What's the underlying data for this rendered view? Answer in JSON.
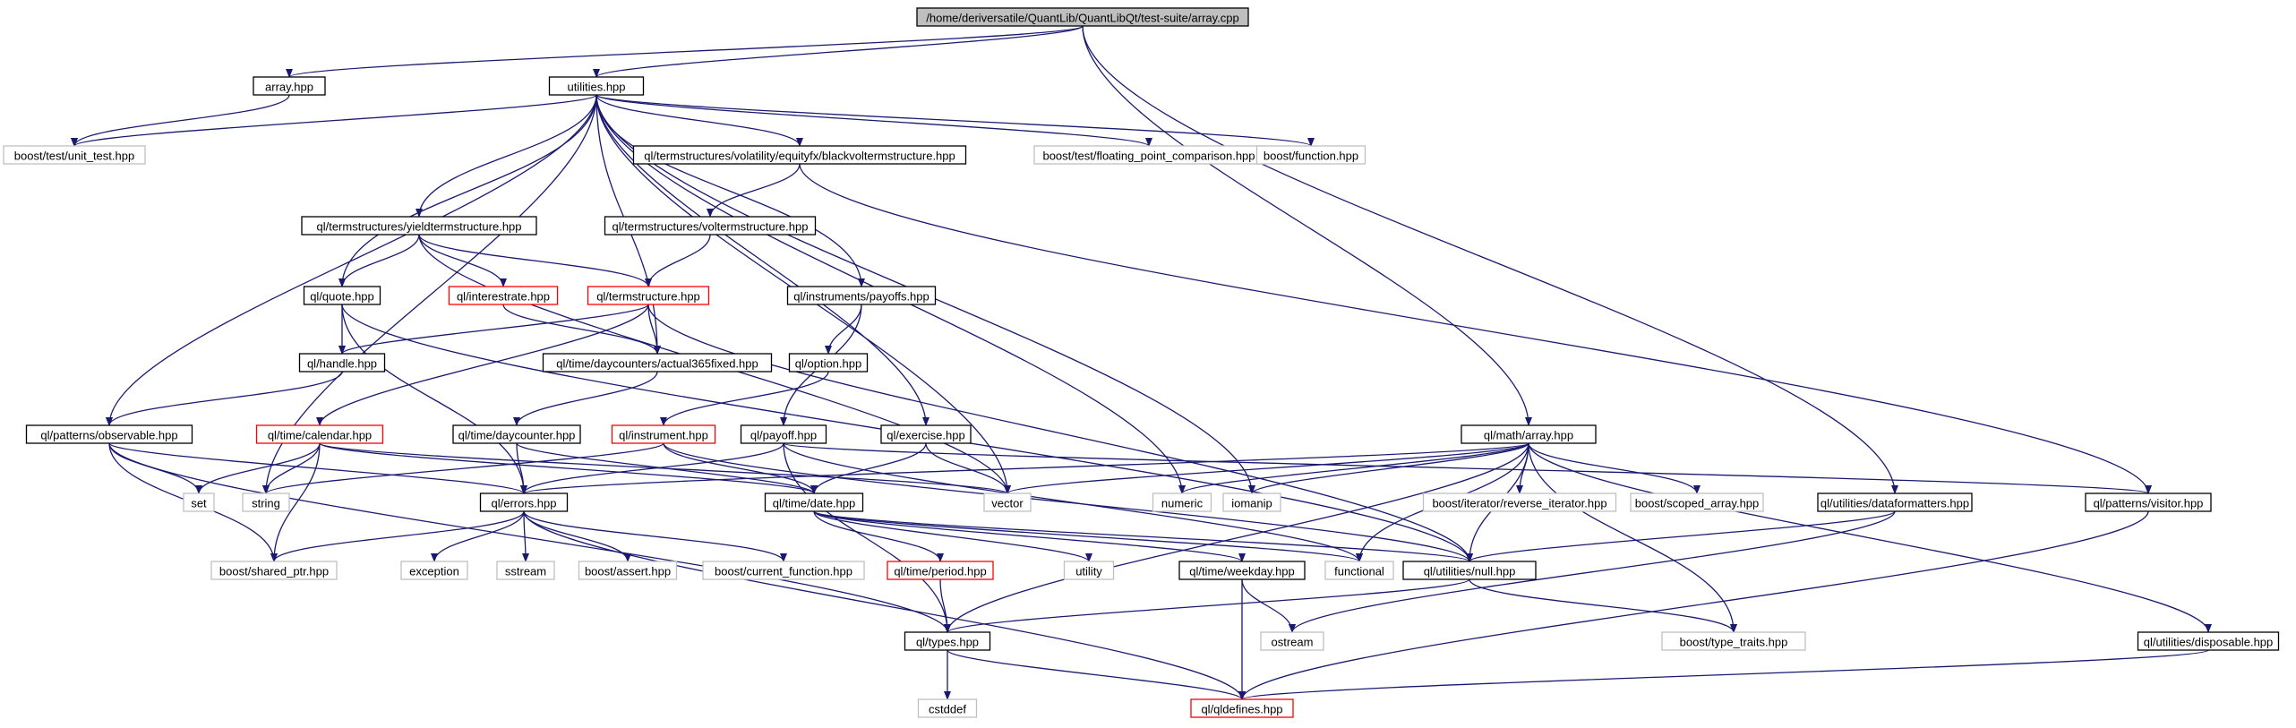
{
  "colors": {
    "edge": "#191970",
    "arrowhead": "#191970",
    "node_border_normal": "#000000",
    "node_border_truncated": "#ff0000",
    "node_border_external": "#bfbfbf",
    "root_fill": "#bfbfbf"
  },
  "nodes": [
    {
      "id": "root",
      "label": "/home/deriversatile/QuantLib/QuantLibQt/test-suite/array.cpp",
      "kind": "root"
    },
    {
      "id": "array_hpp",
      "label": "array.hpp",
      "kind": "normal"
    },
    {
      "id": "utilities",
      "label": "utilities.hpp",
      "kind": "normal"
    },
    {
      "id": "unit_test",
      "label": "boost/test/unit_test.hpp",
      "kind": "external"
    },
    {
      "id": "blackvol",
      "label": "ql/termstructures/volatility/equityfx/blackvoltermstructure.hpp",
      "kind": "normal"
    },
    {
      "id": "fpc",
      "label": "boost/test/floating_point_comparison.hpp",
      "kind": "external"
    },
    {
      "id": "bfunction",
      "label": "boost/function.hpp",
      "kind": "external"
    },
    {
      "id": "yieldts",
      "label": "ql/termstructures/yieldtermstructure.hpp",
      "kind": "normal"
    },
    {
      "id": "volts",
      "label": "ql/termstructures/voltermstructure.hpp",
      "kind": "normal"
    },
    {
      "id": "quote",
      "label": "ql/quote.hpp",
      "kind": "normal"
    },
    {
      "id": "interestrate",
      "label": "ql/interestrate.hpp",
      "kind": "truncated"
    },
    {
      "id": "termstructure",
      "label": "ql/termstructure.hpp",
      "kind": "truncated"
    },
    {
      "id": "payoffs",
      "label": "ql/instruments/payoffs.hpp",
      "kind": "normal"
    },
    {
      "id": "handle",
      "label": "ql/handle.hpp",
      "kind": "normal"
    },
    {
      "id": "actual365",
      "label": "ql/time/daycounters/actual365fixed.hpp",
      "kind": "normal"
    },
    {
      "id": "option",
      "label": "ql/option.hpp",
      "kind": "normal"
    },
    {
      "id": "observable",
      "label": "ql/patterns/observable.hpp",
      "kind": "normal"
    },
    {
      "id": "calendar",
      "label": "ql/time/calendar.hpp",
      "kind": "truncated"
    },
    {
      "id": "daycounter",
      "label": "ql/time/daycounter.hpp",
      "kind": "normal"
    },
    {
      "id": "instrument",
      "label": "ql/instrument.hpp",
      "kind": "truncated"
    },
    {
      "id": "payoff",
      "label": "ql/payoff.hpp",
      "kind": "normal"
    },
    {
      "id": "exercise",
      "label": "ql/exercise.hpp",
      "kind": "normal"
    },
    {
      "id": "matharray",
      "label": "ql/math/array.hpp",
      "kind": "normal"
    },
    {
      "id": "set",
      "label": "set",
      "kind": "external"
    },
    {
      "id": "string",
      "label": "string",
      "kind": "external"
    },
    {
      "id": "errors",
      "label": "ql/errors.hpp",
      "kind": "normal"
    },
    {
      "id": "date",
      "label": "ql/time/date.hpp",
      "kind": "normal"
    },
    {
      "id": "vector",
      "label": "vector",
      "kind": "external"
    },
    {
      "id": "numeric",
      "label": "numeric",
      "kind": "external"
    },
    {
      "id": "iomanip",
      "label": "iomanip",
      "kind": "external"
    },
    {
      "id": "revit",
      "label": "boost/iterator/reverse_iterator.hpp",
      "kind": "external"
    },
    {
      "id": "scopedarray",
      "label": "boost/scoped_array.hpp",
      "kind": "external"
    },
    {
      "id": "dataformatters",
      "label": "ql/utilities/dataformatters.hpp",
      "kind": "normal"
    },
    {
      "id": "visitor",
      "label": "ql/patterns/visitor.hpp",
      "kind": "normal"
    },
    {
      "id": "sharedptr",
      "label": "boost/shared_ptr.hpp",
      "kind": "external"
    },
    {
      "id": "exception",
      "label": "exception",
      "kind": "external"
    },
    {
      "id": "sstream",
      "label": "sstream",
      "kind": "external"
    },
    {
      "id": "bassert",
      "label": "boost/assert.hpp",
      "kind": "external"
    },
    {
      "id": "curfunc",
      "label": "boost/current_function.hpp",
      "kind": "external"
    },
    {
      "id": "period",
      "label": "ql/time/period.hpp",
      "kind": "truncated"
    },
    {
      "id": "utility",
      "label": "utility",
      "kind": "external"
    },
    {
      "id": "weekday",
      "label": "ql/time/weekday.hpp",
      "kind": "normal"
    },
    {
      "id": "functional",
      "label": "functional",
      "kind": "external"
    },
    {
      "id": "null",
      "label": "ql/utilities/null.hpp",
      "kind": "normal"
    },
    {
      "id": "types",
      "label": "ql/types.hpp",
      "kind": "normal"
    },
    {
      "id": "ostream",
      "label": "ostream",
      "kind": "external"
    },
    {
      "id": "typetraits",
      "label": "boost/type_traits.hpp",
      "kind": "external"
    },
    {
      "id": "disposable",
      "label": "ql/utilities/disposable.hpp",
      "kind": "normal"
    },
    {
      "id": "cstddef",
      "label": "cstddef",
      "kind": "external"
    },
    {
      "id": "qldefines",
      "label": "ql/qldefines.hpp",
      "kind": "truncated"
    }
  ],
  "edges": [
    [
      "root",
      "array_hpp"
    ],
    [
      "root",
      "utilities"
    ],
    [
      "root",
      "matharray"
    ],
    [
      "root",
      "dataformatters"
    ],
    [
      "array_hpp",
      "unit_test"
    ],
    [
      "utilities",
      "unit_test"
    ],
    [
      "utilities",
      "blackvol"
    ],
    [
      "utilities",
      "fpc"
    ],
    [
      "utilities",
      "bfunction"
    ],
    [
      "utilities",
      "yieldts"
    ],
    [
      "utilities",
      "quote"
    ],
    [
      "utilities",
      "payoffs"
    ],
    [
      "utilities",
      "actual365"
    ],
    [
      "utilities",
      "observable"
    ],
    [
      "utilities",
      "string"
    ],
    [
      "utilities",
      "exercise"
    ],
    [
      "utilities",
      "vector"
    ],
    [
      "utilities",
      "numeric"
    ],
    [
      "utilities",
      "iomanip"
    ],
    [
      "blackvol",
      "volts"
    ],
    [
      "blackvol",
      "visitor"
    ],
    [
      "yieldts",
      "quote"
    ],
    [
      "yieldts",
      "interestrate"
    ],
    [
      "yieldts",
      "termstructure"
    ],
    [
      "yieldts",
      "vector"
    ],
    [
      "volts",
      "termstructure"
    ],
    [
      "quote",
      "handle"
    ],
    [
      "quote",
      "errors"
    ],
    [
      "quote",
      "null"
    ],
    [
      "interestrate",
      "actual365"
    ],
    [
      "termstructure",
      "handle"
    ],
    [
      "termstructure",
      "actual365"
    ],
    [
      "termstructure",
      "calendar"
    ],
    [
      "termstructure",
      "null"
    ],
    [
      "payoffs",
      "option"
    ],
    [
      "payoffs",
      "payoff"
    ],
    [
      "handle",
      "observable"
    ],
    [
      "actual365",
      "daycounter"
    ],
    [
      "option",
      "instrument"
    ],
    [
      "observable",
      "set"
    ],
    [
      "observable",
      "errors"
    ],
    [
      "observable",
      "sharedptr"
    ],
    [
      "observable",
      "types"
    ],
    [
      "calendar",
      "set"
    ],
    [
      "calendar",
      "string"
    ],
    [
      "calendar",
      "sharedptr"
    ],
    [
      "calendar",
      "date"
    ],
    [
      "calendar",
      "vector"
    ],
    [
      "daycounter",
      "errors"
    ],
    [
      "daycounter",
      "date"
    ],
    [
      "instrument",
      "string"
    ],
    [
      "instrument",
      "date"
    ],
    [
      "instrument",
      "null"
    ],
    [
      "payoff",
      "errors"
    ],
    [
      "payoff",
      "types"
    ],
    [
      "payoff",
      "visitor"
    ],
    [
      "payoff",
      "functional"
    ],
    [
      "exercise",
      "date"
    ],
    [
      "exercise",
      "vector"
    ],
    [
      "matharray",
      "errors"
    ],
    [
      "matharray",
      "vector"
    ],
    [
      "matharray",
      "numeric"
    ],
    [
      "matharray",
      "iomanip"
    ],
    [
      "matharray",
      "revit"
    ],
    [
      "matharray",
      "scopedarray"
    ],
    [
      "matharray",
      "functional"
    ],
    [
      "matharray",
      "null"
    ],
    [
      "matharray",
      "types"
    ],
    [
      "matharray",
      "typetraits"
    ],
    [
      "matharray",
      "disposable"
    ],
    [
      "errors",
      "exception"
    ],
    [
      "errors",
      "sstream"
    ],
    [
      "errors",
      "bassert"
    ],
    [
      "errors",
      "curfunc"
    ],
    [
      "errors",
      "sharedptr"
    ],
    [
      "errors",
      "qldefines"
    ],
    [
      "date",
      "period"
    ],
    [
      "date",
      "utility"
    ],
    [
      "date",
      "weekday"
    ],
    [
      "date",
      "functional"
    ],
    [
      "date",
      "null"
    ],
    [
      "dataformatters",
      "null"
    ],
    [
      "dataformatters",
      "ostream"
    ],
    [
      "visitor",
      "qldefines"
    ],
    [
      "period",
      "types"
    ],
    [
      "weekday",
      "ostream"
    ],
    [
      "weekday",
      "qldefines"
    ],
    [
      "null",
      "types"
    ],
    [
      "null",
      "typetraits"
    ],
    [
      "types",
      "cstddef"
    ],
    [
      "types",
      "qldefines"
    ],
    [
      "disposable",
      "qldefines"
    ]
  ]
}
